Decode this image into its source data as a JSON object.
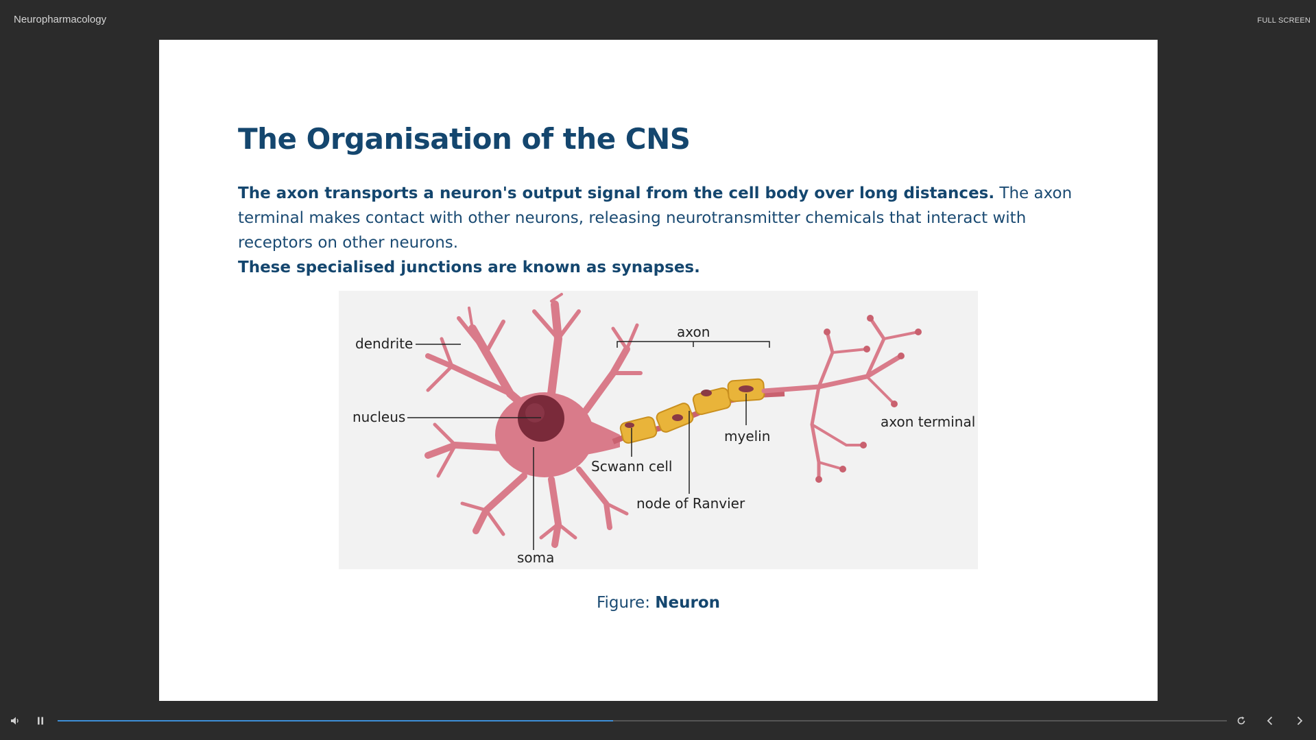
{
  "header": {
    "app_title": "Neuropharmacology",
    "fullscreen_label": "FULL SCREEN"
  },
  "slide": {
    "title": "The Organisation of the CNS",
    "body_bold_1": "The axon transports a neuron's output signal from the cell body over long distances.",
    "body_regular": " The axon terminal makes contact with other neurons, releasing neurotransmitter chemicals that interact with receptors on other neurons.",
    "body_bold_2": "These specialised junctions are known as synapses.",
    "figure": {
      "labels": {
        "dendrite": "dendrite",
        "nucleus": "nucleus",
        "axon": "axon",
        "axon_terminal": "axon terminal",
        "myelin": "myelin",
        "schwann_cell": "Scwann cell",
        "node_of_ranvier": "node of Ranvier",
        "soma": "soma"
      },
      "colors": {
        "neuron": "#d97b8a",
        "neuron_dark": "#b5566a",
        "nucleus": "#7a2a3a",
        "myelin": "#e9b43a",
        "myelin_dark": "#c98f1e"
      }
    },
    "caption_prefix": "Figure: ",
    "caption_bold": "Neuron"
  },
  "controls": {
    "progress": 0.475,
    "icons": [
      "volume-icon",
      "pause-icon",
      "replay-icon",
      "previous-icon",
      "next-icon"
    ],
    "accent": "#3d8fd8"
  }
}
